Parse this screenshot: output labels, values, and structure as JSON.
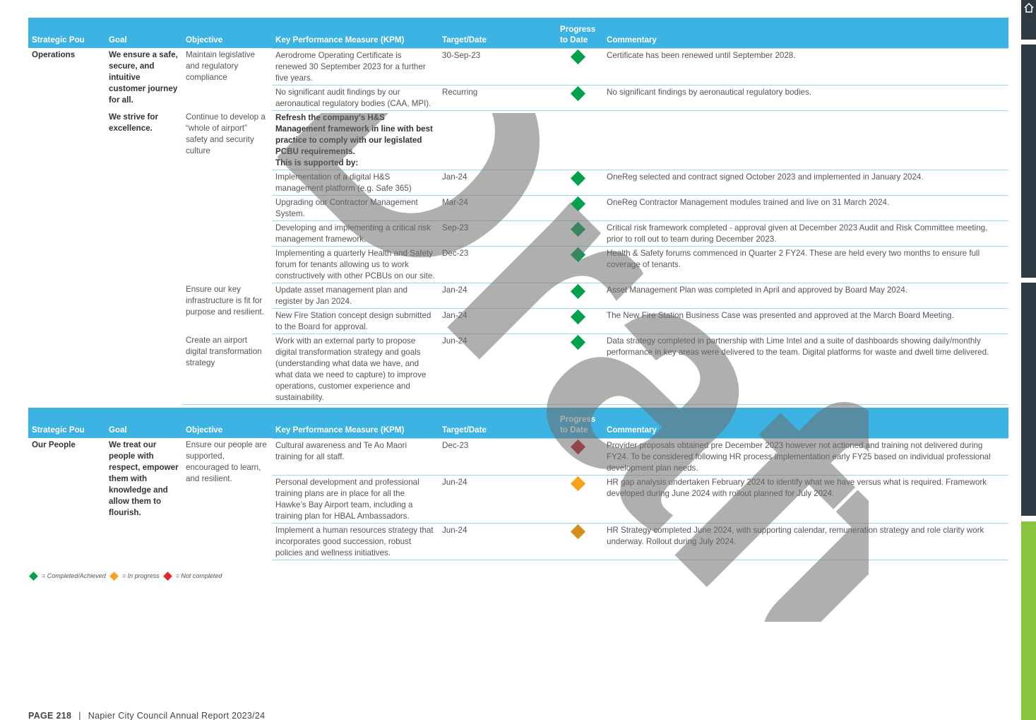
{
  "headers": {
    "strategic": "Strategic Pou",
    "goal": "Goal",
    "objective": "Objective",
    "kpm": "Key Performance Measure (KPM)",
    "target": "Target/Date",
    "progress_1": "Progress",
    "progress_2": "to Date",
    "commentary": "Commentary"
  },
  "section1": {
    "pou": "Operations",
    "goal_1": "We ensure a safe, secure, and intuitive customer journey for all.",
    "goal_2": "We strive for excellence.",
    "objectives": [
      "Maintain legislative and regulatory compliance",
      "Continue to develop a “whole of airport” safety and security culture",
      "Ensure our key infrastructure is fit for purpose and resilient.",
      "Create an airport digital transformation strategy"
    ],
    "rows": [
      {
        "kpm": "Aerodrome Operating Certificate is renewed 30 September 2023 for a further five years.",
        "target": "30-Sep-23",
        "status": "completed",
        "commentary": "Certificate has been renewed until September 2028."
      },
      {
        "kpm": "No significant audit findings by our aeronautical regulatory bodies (CAA, MPI).",
        "target": "Recurring",
        "status": "completed",
        "commentary": "No significant findings by aeronautical regulatory bodies."
      },
      {
        "kpm": "Refresh the company’s H&S Management framework in line with best practice to comply with our legislated PCBU requirements.",
        "kpm_sub": "This is supported by:"
      },
      {
        "kpm": "Implementation of a digital H&S management platform (e.g. Safe 365)",
        "target": "Jan-24",
        "status": "completed",
        "commentary": "OneReg selected and contract signed October 2023 and implemented in January 2024."
      },
      {
        "kpm": "Upgrading our Contractor Management System.",
        "target": "Mar-24",
        "status": "completed",
        "commentary": "OneReg Contractor Management modules trained and live on 31 March 2024."
      },
      {
        "kpm": "Developing and implementing a critical risk management framework.",
        "target": "Sep-23",
        "status": "completed",
        "commentary": "Critical risk framework completed - approval given at December 2023 Audit and Risk Committee meeting, prior to roll out to team during December 2023."
      },
      {
        "kpm": "Implementing a quarterly Health and Safety forum for tenants allowing us to work constructively with other PCBUs on our site.",
        "target": "Dec-23",
        "status": "completed",
        "commentary": "Health & Safety forums commenced in Quarter 2 FY24.  These are held every two months to ensure full coverage of tenants."
      },
      {
        "kpm": "Update asset management plan and register by Jan 2024.",
        "target": "Jan-24",
        "status": "completed",
        "commentary": "Asset Management Plan was completed in April and approved by Board May 2024."
      },
      {
        "kpm": "New Fire Station concept design submitted to the Board for approval.",
        "target": "Jan-24",
        "status": "completed",
        "commentary": "The New Fire Station Business Case was presented and approved at the March Board Meeting."
      },
      {
        "kpm": "Work with an external party to propose digital transformation strategy and goals (understanding what data we have, and what data we need to capture) to improve operations, customer experience and sustainability.",
        "target": "Jun-24",
        "status": "completed",
        "commentary": "Data strategy completed in partnership with Lime Intel and a suite of dashboards showing daily/monthly performance in key areas were delivered to the team.  Digital platforms for waste and dwell time delivered."
      }
    ]
  },
  "section2": {
    "pou": "Our People",
    "goal": "We treat our people with respect, empower them with knowledge and allow them to flourish.",
    "objective": "Ensure our people are supported, encouraged to learn, and resilient.",
    "rows": [
      {
        "kpm": "Cultural awareness and Te Ao Maori training for all staff.",
        "target": "Dec-23",
        "status": "not-completed",
        "commentary": "Provider proposals obtained pre December 2023 however not actioned and training not delivered during FY24.  To be considered following HR process implementation early FY25 based on individual professional development plan needs."
      },
      {
        "kpm": "Personal development and professional training plans are in place for all the Hawke’s Bay Airport team, including a training plan for HBAL Ambassadors.",
        "target": "Jun-24",
        "status": "in-progress",
        "commentary": "HR gap analysis undertaken February 2024 to identify what we have versus what is required.  Framework developed during June 2024 with rollout planned for July 2024."
      },
      {
        "kpm": "Implement a human resources strategy that incorporates good succession, robust policies and wellness initiatives.",
        "target": "Jun-24",
        "status": "in-progress",
        "commentary": "HR Strategy completed June 2024, with supporting calendar, remuneration strategy and role clarity work underway.  Rollout during July 2024."
      }
    ]
  },
  "legend": {
    "completed": "= Completed/Achieved",
    "in_progress": "= In progress",
    "not_completed": "= Not completed"
  },
  "footer": {
    "page": "PAGE 218",
    "separator": "|",
    "title": "Napier City Council Annual Report 2023/24"
  },
  "watermark": "Draft",
  "colors": {
    "header_bg": "#3db3e3",
    "completed": "#00a14b",
    "in_progress": "#f8a21b",
    "not_completed": "#c0171d",
    "sidebar_dark": "#2f3a42",
    "sidebar_green": "#8ac43f"
  }
}
